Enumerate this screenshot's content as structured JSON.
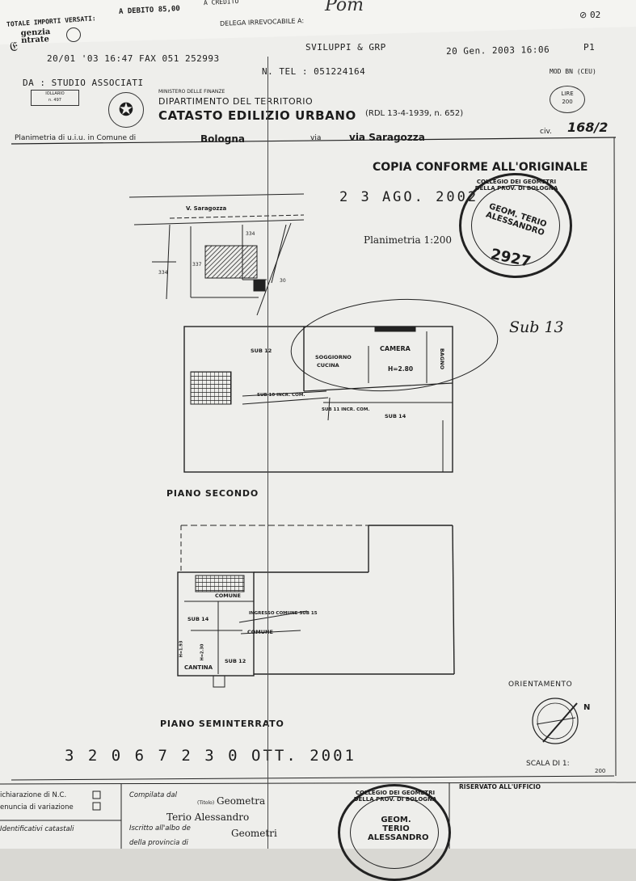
{
  "header": {
    "totale": "TOTALE IMPORTI VERSATI:",
    "debito": "A DEBITO 85,00",
    "credito": "A CREDITO",
    "delega": "DELEGA IRREVOCABILE A:",
    "agenzia": "genzia\nntrate",
    "handwritten_top": "Pom",
    "page_num": "02",
    "fax_sender": "20/01 '03 16:47  FAX 051 252993",
    "fax_company": "SVILUPPI & GRP",
    "fax_date": "20 Gen. 2003 16:06",
    "fax_page": "P1",
    "da": "DA : STUDIO ASSOCIATI",
    "tel": "N. TEL : 051224164",
    "mod": "MOD BN (CEU)"
  },
  "ministry": {
    "line1": "MINISTERO DELLE FINANZE",
    "line2": "DIPARTIMENTO DEL TERRITORIO",
    "title": "CATASTO EDILIZIO URBANO",
    "law": "(RDL 13-4-1939, n. 652)",
    "lire_label": "LIRE",
    "lire_value": "200"
  },
  "address": {
    "prefix": "Planimetria di u.i.u. in Comune di",
    "comune": "Bologna",
    "via_label": "via",
    "via": "via Saragozza",
    "civ_label": "civ.",
    "civ": "168/2"
  },
  "stamp": {
    "copia": "COPIA CONFORME ALL'ORIGINALE",
    "date": "2 3 AGO. 2002",
    "seal_ring": "COLLEGIO DEI GEOMETRI DELLA PROV. DI BOLOGNA",
    "seal_center": "GEOM. TERIO ALESSANDRO",
    "seal_number": "2927"
  },
  "plan": {
    "scale": "Planimetria 1:200",
    "street": "V. Saragozza",
    "n334a": "334",
    "n334b": "334",
    "n337": "337",
    "n30": "30",
    "sub_annotation": "Sub 13"
  },
  "piano_secondo": {
    "label": "PIANO SECONDO",
    "sub12": "SUB 12",
    "soggiorno": "SOGGIORNO",
    "cucina": "CUCINA",
    "camera": "CAMERA",
    "height": "H=2.80",
    "bagno": "BAGNO",
    "sub10": "SUB 10 INCR. COM.",
    "sub11": "SUB 11 INCR. COM.",
    "sub14": "SUB 14"
  },
  "piano_seminterrato": {
    "label": "PIANO SEMINTERRATO",
    "comune_top": "COMUNE",
    "ingresso": "INGRESSO COMUNE SUB 15",
    "sub14": "SUB 14",
    "comune_mid": "COMUNE",
    "h1": "H=1.93",
    "h2": "H=2.30",
    "cantina": "CANTINA",
    "sub12": "SUB 12"
  },
  "footer": {
    "orientamento": "ORIENTAMENTO",
    "north": "N",
    "scala": "SCALA DI 1:",
    "scala_val": "200",
    "big_date": "3 2 0 6 7 2 3 0 OTT. 2001",
    "dichiarazione": "ichiarazione di N.C.",
    "denuncia": "enuncia di variazione",
    "identificativi": "Identificativi catastali",
    "compilata": "Compilata dal",
    "titolo": "(Titolo)",
    "geometra": "Geometra",
    "nome": "Terio Alessandro",
    "iscritto": "Iscritto all'albo de",
    "geometri": "Geometri",
    "provincia": "della provincia di",
    "riservato": "RISERVATO ALL'UFFICIO",
    "seal2_ring": "COLLEGIO DEI GEOMETRI DELLA PROV. DI BOLOGNA",
    "seal2_center": "GEOM. TERIO ALESSANDRO"
  }
}
